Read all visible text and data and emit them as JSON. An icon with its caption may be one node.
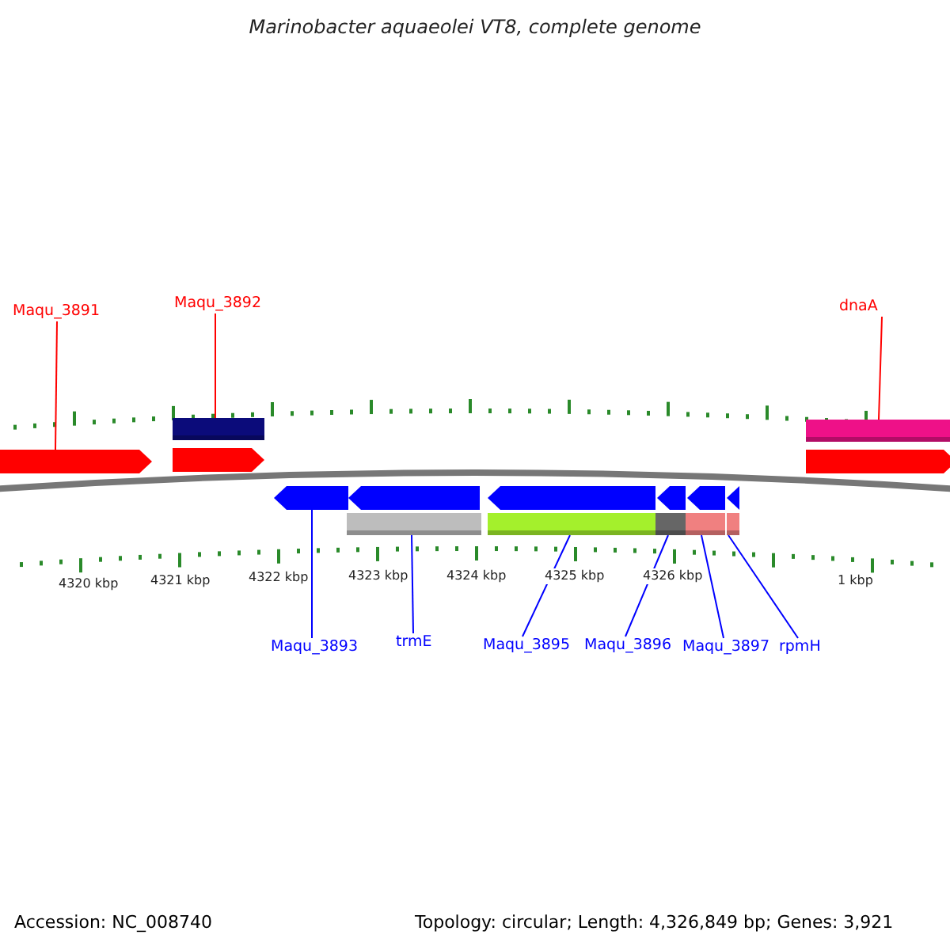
{
  "diagram": {
    "title": "Marinobacter aquaeolei VT8, complete genome",
    "nodes": [
      {
        "text": [
          "Maqu_3891"
        ]
      },
      {
        "text": [
          "Maqu_3892"
        ]
      },
      {
        "text": [
          "dnaA"
        ]
      },
      {
        "text": [],
        "shape": "arrow"
      },
      {
        "text": [],
        "shape": "arrow"
      },
      {
        "text": [],
        "shape": "arrow"
      },
      {
        "text": [],
        "shape": "arrow"
      },
      {
        "text": [],
        "shape": "arrow"
      },
      {
        "text": [],
        "shape": "arrow"
      },
      {
        "text": [],
        "shape": "arrow"
      },
      {
        "text": [],
        "shape": "arrow"
      },
      {
        "text": [],
        "shape": "arrow"
      },
      {
        "text": [
          "Maqu_3893"
        ]
      },
      {
        "text": [
          "trmE"
        ]
      },
      {
        "text": [
          "Maqu_3895"
        ]
      },
      {
        "text": [
          "Maqu_3896"
        ]
      },
      {
        "text": [
          "Maqu_3897"
        ]
      },
      {
        "text": [
          "rpmH"
        ]
      }
    ],
    "edges": [
      {
        "from": 0,
        "to": 3,
        "arrow": "none",
        "color": "#ff0000"
      },
      {
        "from": 1,
        "to": 4,
        "arrow": "none",
        "color": "#ff0000"
      },
      {
        "from": 2,
        "to": 5,
        "arrow": "none",
        "color": "#ff0000"
      },
      {
        "from": 12,
        "to": 6,
        "arrow": "none"
      },
      {
        "from": 13,
        "to": 7,
        "arrow": "none"
      },
      {
        "from": 14,
        "to": 8,
        "arrow": "none"
      },
      {
        "from": 15,
        "to": 9,
        "arrow": "none"
      },
      {
        "from": 16,
        "to": 10,
        "arrow": "none"
      },
      {
        "from": 17,
        "to": 11,
        "arrow": "none"
      }
    ],
    "labels": [
      "4320 kbp",
      "4321 kbp",
      "4322 kbp",
      "4323 kbp",
      "4324 kbp",
      "4325 kbp",
      "4326 kbp",
      "1 kbp",
      "Accession: NC_008740",
      "Topology: circular; Length: 4,326,849 bp; Genes: 3,921"
    ]
  }
}
